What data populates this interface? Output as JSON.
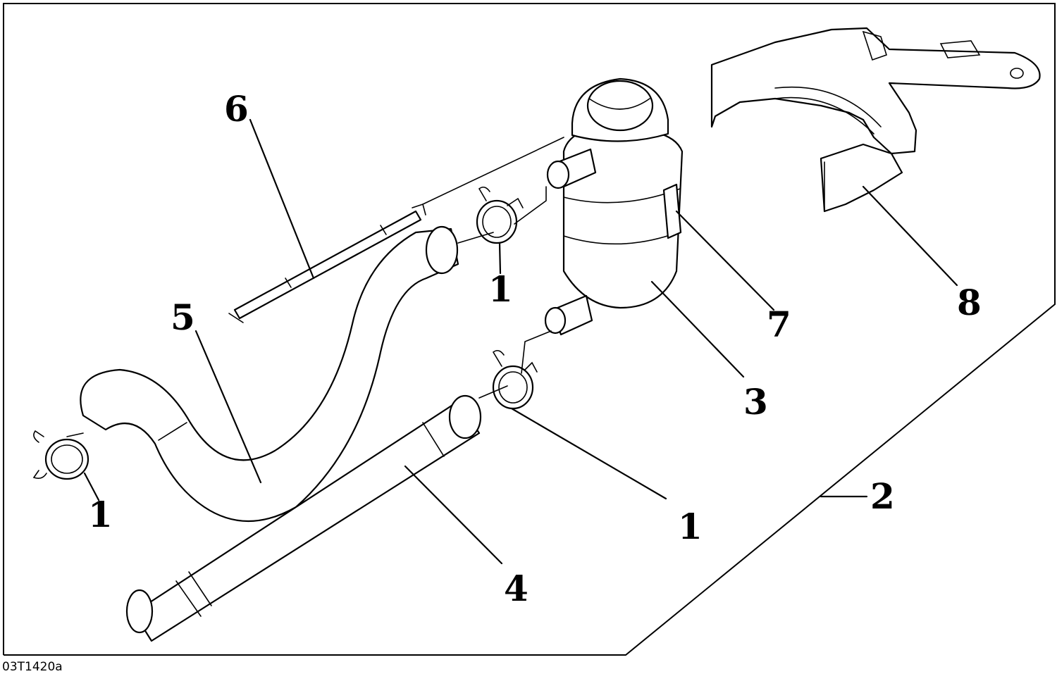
{
  "figure_id": "03T1420a",
  "callouts": [
    {
      "id": "c1a",
      "label": "1"
    },
    {
      "id": "c1b",
      "label": "1"
    },
    {
      "id": "c1c",
      "label": "1"
    },
    {
      "id": "c2",
      "label": "2"
    },
    {
      "id": "c3",
      "label": "3"
    },
    {
      "id": "c4",
      "label": "4"
    },
    {
      "id": "c5",
      "label": "5"
    },
    {
      "id": "c6",
      "label": "6"
    },
    {
      "id": "c7",
      "label": "7"
    },
    {
      "id": "c8",
      "label": "8"
    }
  ],
  "colors": {
    "ink": "#000000",
    "paper": "#ffffff"
  }
}
